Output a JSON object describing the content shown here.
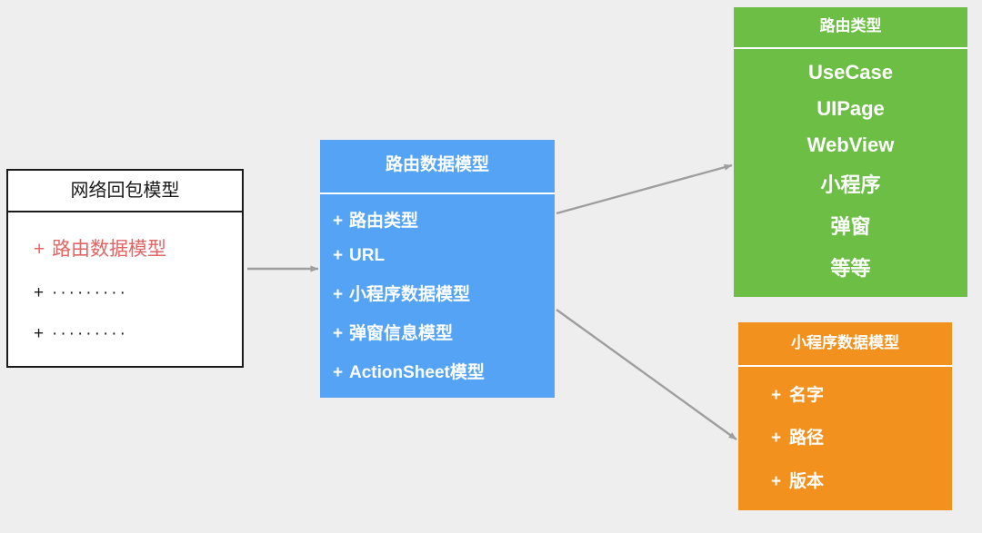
{
  "diagram": {
    "background_color": "#eeeeee",
    "connector_color": "#9e9e9e",
    "boxes": [
      {
        "id": "network-packet-model",
        "title": "网络回包模型",
        "fill": "#ffffff",
        "border_color": "#1a1a1a",
        "text_color": "#1a1a1a",
        "accent_color": "#e06666",
        "attributes": [
          {
            "plus": "+",
            "label": "路由数据模型",
            "accent": true
          },
          {
            "plus": "+",
            "label": "·········",
            "accent": false
          },
          {
            "plus": "+",
            "label": "·········",
            "accent": false
          }
        ]
      },
      {
        "id": "route-data-model",
        "title": "路由数据模型",
        "fill": "#54a3f5",
        "text_color": "#ffffff",
        "attributes": [
          {
            "plus": "+",
            "label": "路由类型"
          },
          {
            "plus": "+",
            "label": "URL"
          },
          {
            "plus": "+",
            "label": "小程序数据模型"
          },
          {
            "plus": "+",
            "label": "弹窗信息模型"
          },
          {
            "plus": "+",
            "label": "ActionSheet模型"
          }
        ]
      },
      {
        "id": "route-type",
        "title": "路由类型",
        "fill": "#6cbe45",
        "text_color": "#ffffff",
        "values": [
          "UseCase",
          "UIPage",
          "WebView",
          "小程序",
          "弹窗",
          "等等"
        ]
      },
      {
        "id": "mini-program-data-model",
        "title": "小程序数据模型",
        "fill": "#f2911e",
        "text_color": "#ffffff",
        "attributes": [
          {
            "plus": "+",
            "label": "名字"
          },
          {
            "plus": "+",
            "label": "路径"
          },
          {
            "plus": "+",
            "label": "版本"
          }
        ]
      }
    ],
    "connectors": [
      {
        "id": "network-to-route",
        "from": "network-packet-model",
        "to": "route-data-model"
      },
      {
        "id": "route-to-routetype",
        "from": "route-data-model",
        "to": "route-type"
      },
      {
        "id": "route-to-miniprogram",
        "from": "route-data-model",
        "to": "mini-program-data-model"
      }
    ]
  }
}
